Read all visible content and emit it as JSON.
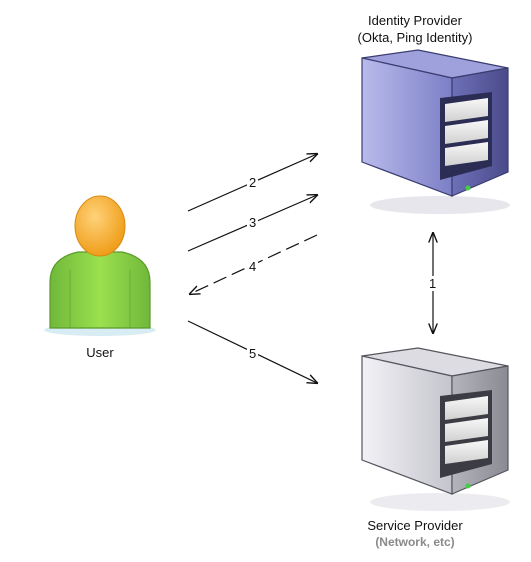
{
  "identity_provider": {
    "title": "Identity Provider",
    "subtitle": "(Okta, Ping Identity)"
  },
  "service_provider": {
    "title": "Service Provider",
    "subtitle": "(Network, etc)"
  },
  "user": {
    "label": "User"
  },
  "steps": [
    {
      "label": "1",
      "from": "identity_provider",
      "to": "service_provider",
      "direction": "bidirectional"
    },
    {
      "label": "2",
      "from": "user",
      "to": "identity_provider"
    },
    {
      "label": "3",
      "from": "user",
      "to": "identity_provider"
    },
    {
      "label": "4",
      "from": "identity_provider",
      "to": "user",
      "style": "dashed"
    },
    {
      "label": "5",
      "from": "user",
      "to": "service_provider"
    }
  ],
  "colors": {
    "idp_server": "#8a8cd0",
    "sp_server": "#c8c8d0",
    "user_body": "#8fd14a",
    "user_head": "#f5a623",
    "power_led": "#3fd13f"
  }
}
